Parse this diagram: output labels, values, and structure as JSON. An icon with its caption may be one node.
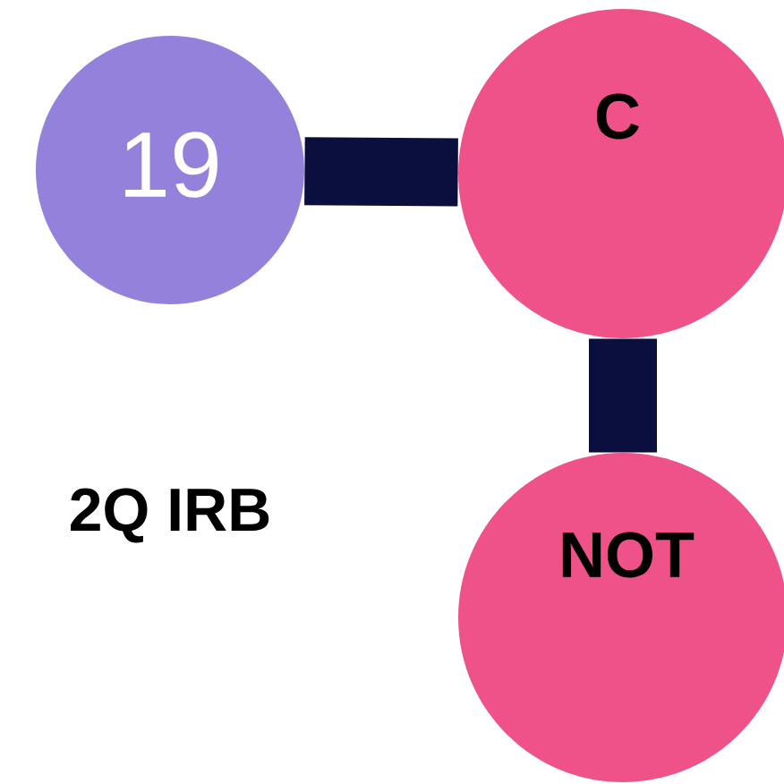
{
  "diagram": {
    "nodes": [
      {
        "text": [
          "19"
        ]
      },
      {
        "text": [
          "C"
        ]
      },
      {
        "text": [
          "NOT"
        ]
      }
    ],
    "edges": [
      {
        "from": 0,
        "to": 1,
        "arrow": "none"
      },
      {
        "from": 1,
        "to": 2,
        "arrow": "none"
      }
    ],
    "labels": [
      "2Q IRB"
    ]
  }
}
